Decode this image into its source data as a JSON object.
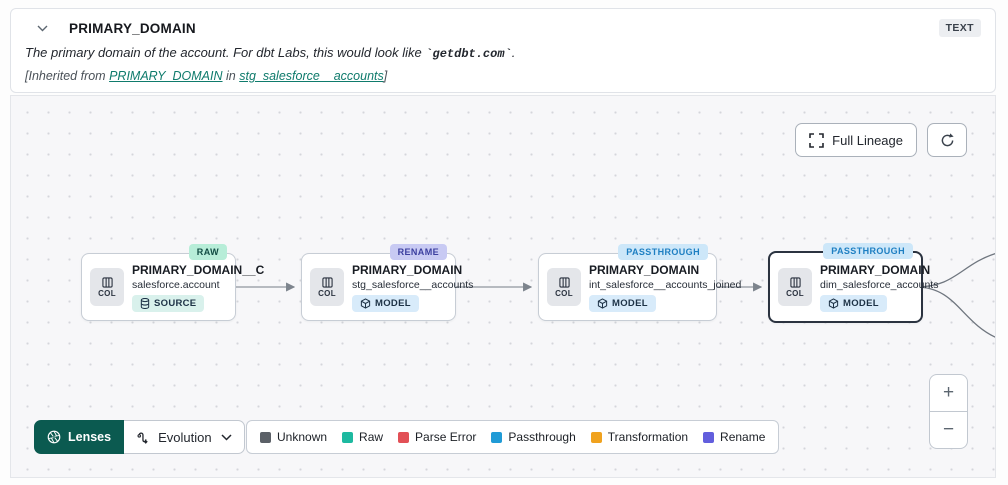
{
  "header": {
    "title": "PRIMARY_DOMAIN",
    "type_badge": "TEXT",
    "description_prefix": "The primary domain of the account. For dbt Labs, this would look like ",
    "description_code": "`getdbt.com`",
    "description_suffix": ".",
    "inherited_prefix": "[Inherited from ",
    "inherited_link_column": "PRIMARY_DOMAIN",
    "inherited_middle": " in ",
    "inherited_link_model": "stg_salesforce__accounts",
    "inherited_suffix": "]"
  },
  "toolbar": {
    "full_lineage_label": "Full Lineage"
  },
  "canvas": {
    "nodes": [
      {
        "badge": "RAW",
        "chip": "COL",
        "title": "PRIMARY_DOMAIN__C",
        "subtitle": "salesforce.account",
        "resource": "SOURCE"
      },
      {
        "badge": "RENAME",
        "chip": "COL",
        "title": "PRIMARY_DOMAIN",
        "subtitle": "stg_salesforce__accounts",
        "resource": "MODEL"
      },
      {
        "badge": "PASSTHROUGH",
        "chip": "COL",
        "title": "PRIMARY_DOMAIN",
        "subtitle": "int_salesforce__accounts_joined",
        "resource": "MODEL"
      },
      {
        "badge": "PASSTHROUGH",
        "chip": "COL",
        "title": "PRIMARY_DOMAIN",
        "subtitle": "dim_salesforce_accounts",
        "resource": "MODEL"
      }
    ]
  },
  "footer": {
    "lenses_label": "Lenses",
    "lens_selected": "Evolution",
    "legend": [
      {
        "label": "Unknown",
        "color": "#5b6067"
      },
      {
        "label": "Raw",
        "color": "#1db9a0"
      },
      {
        "label": "Parse Error",
        "color": "#e25056"
      },
      {
        "label": "Passthrough",
        "color": "#209bd6"
      },
      {
        "label": "Transformation",
        "color": "#f0a21e"
      },
      {
        "label": "Rename",
        "color": "#625edd"
      }
    ]
  },
  "zoom_controls": {
    "zoom_in": "+",
    "zoom_out": "−"
  },
  "colors": {
    "link_teal": "#0f7b6c",
    "lenses_button": "#0b5a50",
    "badge_raw_bg": "#b7edd8",
    "badge_rename_bg": "#c8caf3",
    "badge_passthrough_bg": "#cde7f9",
    "canvas_bg": "#f7f7f9",
    "edge": "#8f969f"
  }
}
